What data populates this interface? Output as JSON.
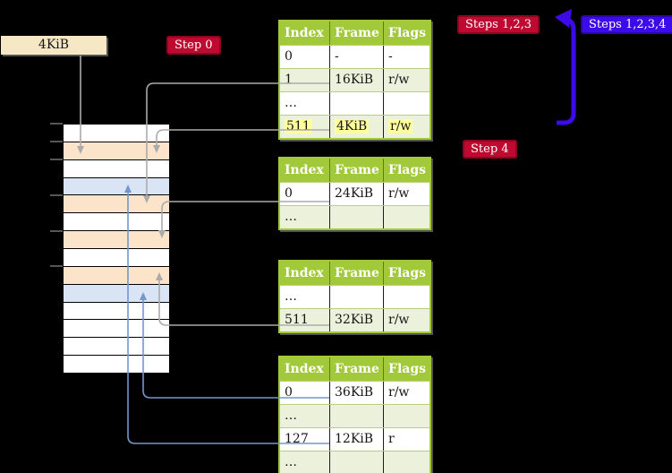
{
  "labels": {
    "frame_label": "4KiB",
    "step0": "Step 0",
    "steps_123": "Steps 1,2,3",
    "steps_1234": "Steps 1,2,3,4",
    "step4": "Step 4"
  },
  "memory": {
    "rows": [
      "white",
      "peach",
      "white",
      "blue",
      "peach",
      "white",
      "peach",
      "white",
      "peach",
      "blue",
      "white",
      "white",
      "white",
      "white"
    ]
  },
  "tables": [
    {
      "headers": [
        "Index",
        "Frame",
        "Flags"
      ],
      "highlighted_row": 3,
      "rows": [
        [
          "0",
          "-",
          "-"
        ],
        [
          "1",
          "16KiB",
          "r/w"
        ],
        [
          "…",
          "",
          ""
        ],
        [
          "511",
          "4KiB",
          "r/w"
        ]
      ]
    },
    {
      "headers": [
        "Index",
        "Frame",
        "Flags"
      ],
      "highlighted_row": null,
      "rows": [
        [
          "0",
          "24KiB",
          "r/w"
        ],
        [
          "…",
          "",
          ""
        ]
      ]
    },
    {
      "headers": [
        "Index",
        "Frame",
        "Flags"
      ],
      "highlighted_row": null,
      "rows": [
        [
          "…",
          "",
          ""
        ],
        [
          "511",
          "32KiB",
          "r/w"
        ]
      ]
    },
    {
      "headers": [
        "Index",
        "Frame",
        "Flags"
      ],
      "highlighted_row": null,
      "rows": [
        [
          "0",
          "36KiB",
          "r/w"
        ],
        [
          "…",
          "",
          ""
        ],
        [
          "127",
          "12KiB",
          "r"
        ],
        [
          "…",
          "",
          ""
        ]
      ]
    }
  ],
  "colors": {
    "crimson": "#BE0A31",
    "crimson_dark": "#8F0520",
    "loop_blue": "#3D0BE9",
    "loop_blue_dark": "#2A07AC",
    "tan": "#F6E7C5",
    "tgreen": "#A2C939",
    "pale_green": "#ECF1DC",
    "grid_green": "#BACF7B",
    "peach": "#FCE4CA",
    "lblue": "#D9E4F4",
    "hl_yellow": "#FFFF9E",
    "conn_gray": "#ABABAB",
    "conn_blue": "#7696CC",
    "tick_gray": "#8F8F8F"
  }
}
